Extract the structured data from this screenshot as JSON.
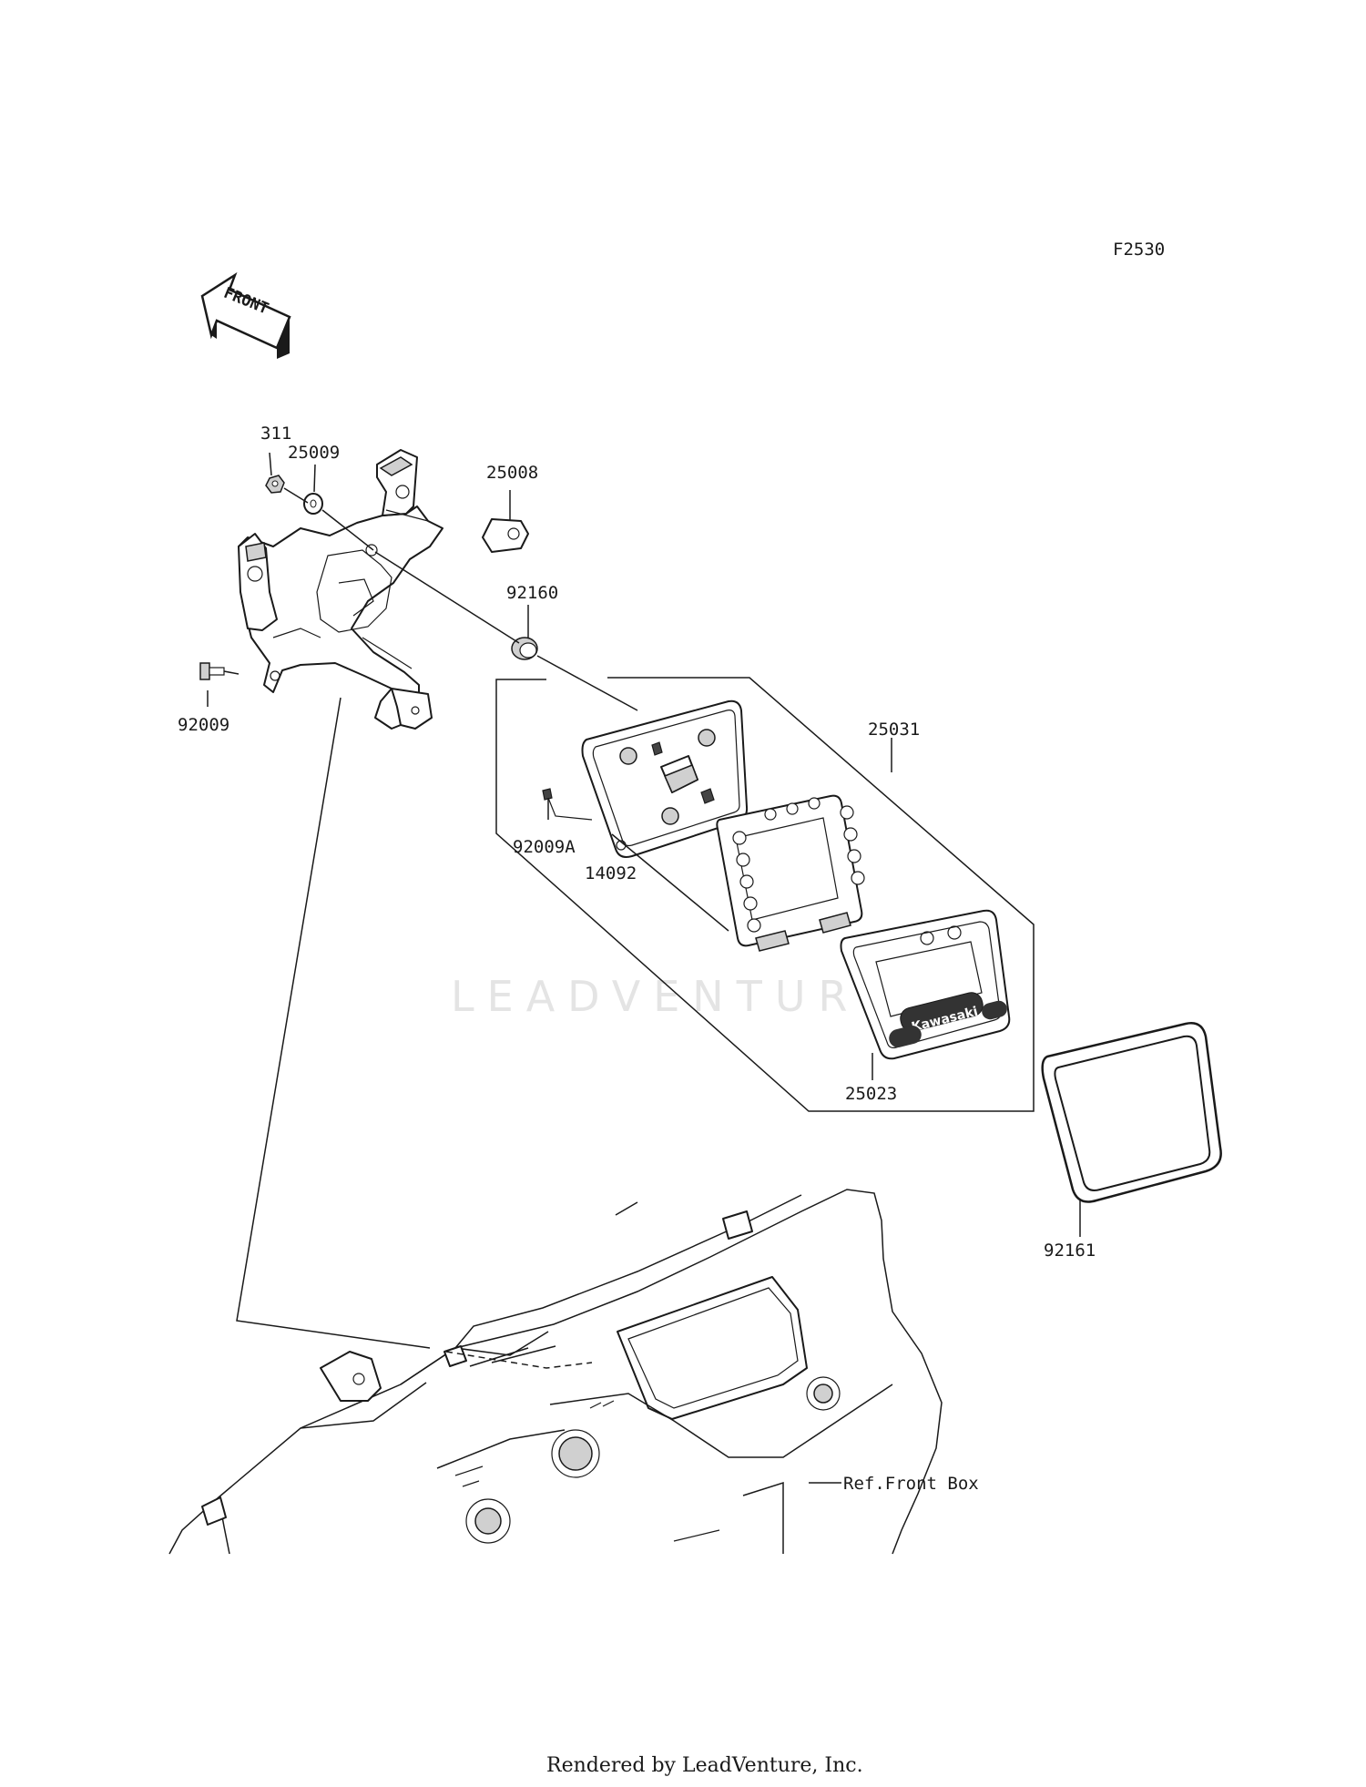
{
  "diagram_code": "F2530",
  "front_arrow": "FRONT",
  "watermark": "LEADVENTURE",
  "credit": "Rendered by LeadVenture, Inc.",
  "callouts": {
    "p311": "311",
    "p25009": "25009",
    "p25008": "25008",
    "p92160": "92160",
    "p92009": "92009",
    "p25031": "25031",
    "p92009A": "92009A",
    "p14092": "14092",
    "p25023": "25023",
    "p92161": "92161",
    "ref_front_box": "Ref.Front Box"
  },
  "meter_brand": "Kawasaki"
}
